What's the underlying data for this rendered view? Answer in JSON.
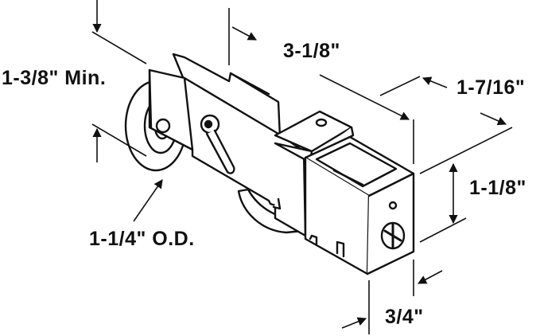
{
  "diagram": {
    "subject": "sliding door roller assembly",
    "line_color": "#111111",
    "fill_color": "#ffffff",
    "dimensions": {
      "length": "3-1/8\"",
      "width": "1-7/16\"",
      "min_height": "1-3/8\" Min.",
      "height": "1-1/8\"",
      "wheel_diameter": "1-1/4\" O.D.",
      "thickness": "3/4\""
    }
  }
}
